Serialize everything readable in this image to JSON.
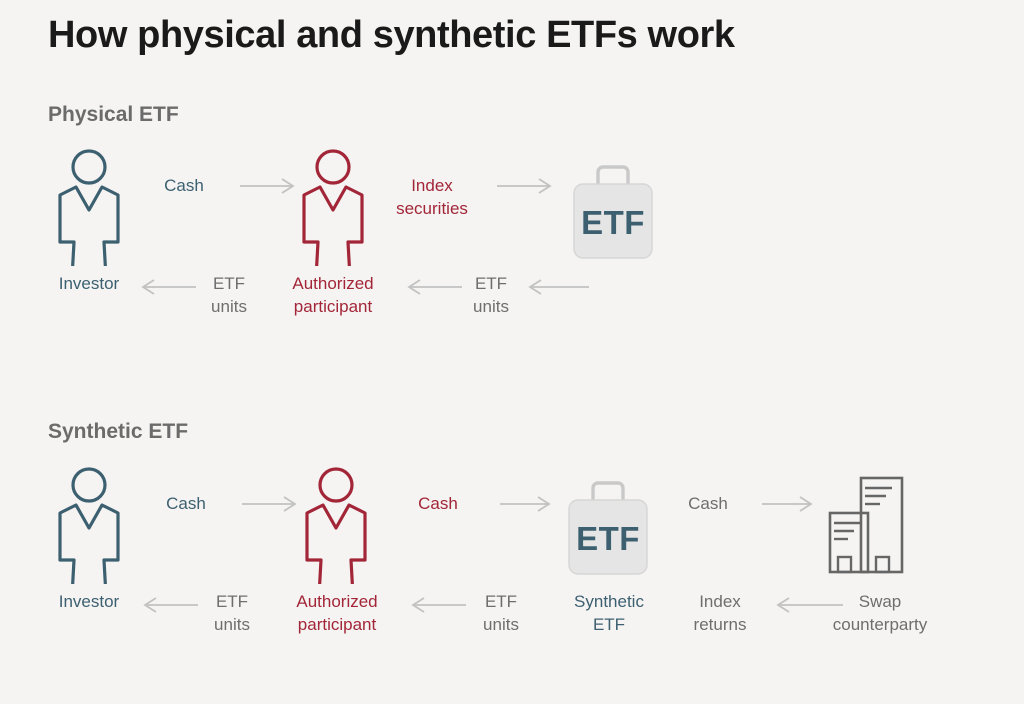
{
  "title": "How physical and synthetic ETFs work",
  "colors": {
    "background": "#f5f4f3",
    "title": "#1a1a1a",
    "section_heading": "#6b6b6b",
    "blue": "#3d6070",
    "red": "#a32638",
    "gray": "#6e6e6e",
    "arrow": "#bdbdbd",
    "briefcase_body": "#e4e4e4",
    "briefcase_border": "#cfcfcf",
    "building_stroke": "#666666"
  },
  "sections": [
    {
      "heading": "Physical ETF",
      "nodes": [
        {
          "name": "investor",
          "label": "Investor",
          "icon": "person-icon",
          "color": "blue"
        },
        {
          "name": "authorized-participant",
          "label": "Authorized\nparticipant",
          "icon": "person-icon",
          "color": "red"
        },
        {
          "name": "etf-fund",
          "label": "",
          "icon": "briefcase-icon",
          "badge": "ETF",
          "color": "gray"
        }
      ],
      "flows_top": [
        {
          "label": "Cash",
          "color": "blue",
          "direction": "right"
        },
        {
          "label": "Index\nsecurities",
          "color": "red",
          "direction": "right"
        }
      ],
      "flows_bottom": [
        {
          "label": "ETF\nunits",
          "color": "gray",
          "direction": "left"
        },
        {
          "label": "ETF\nunits",
          "color": "gray",
          "direction": "left"
        }
      ]
    },
    {
      "heading": "Synthetic ETF",
      "nodes": [
        {
          "name": "investor",
          "label": "Investor",
          "icon": "person-icon",
          "color": "blue"
        },
        {
          "name": "authorized-participant",
          "label": "Authorized\nparticipant",
          "icon": "person-icon",
          "color": "red"
        },
        {
          "name": "synthetic-etf-fund",
          "label": "Synthetic\nETF",
          "icon": "briefcase-icon",
          "badge": "ETF",
          "color": "blue"
        },
        {
          "name": "swap-counterparty",
          "label": "Swap\ncounterparty",
          "icon": "building-icon",
          "color": "gray"
        }
      ],
      "flows_top": [
        {
          "label": "Cash",
          "color": "blue",
          "direction": "right"
        },
        {
          "label": "Cash",
          "color": "red",
          "direction": "right"
        },
        {
          "label": "Cash",
          "color": "gray",
          "direction": "right"
        }
      ],
      "flows_bottom": [
        {
          "label": "ETF\nunits",
          "color": "gray",
          "direction": "left"
        },
        {
          "label": "ETF\nunits",
          "color": "gray",
          "direction": "left"
        },
        {
          "label": "Index\nreturns",
          "color": "gray",
          "direction": "left"
        }
      ]
    }
  ],
  "icons": {
    "person": "person-icon",
    "briefcase": "briefcase-icon",
    "building": "building-icon",
    "arrow_right": "arrow-right-icon",
    "arrow_left": "arrow-left-icon"
  }
}
